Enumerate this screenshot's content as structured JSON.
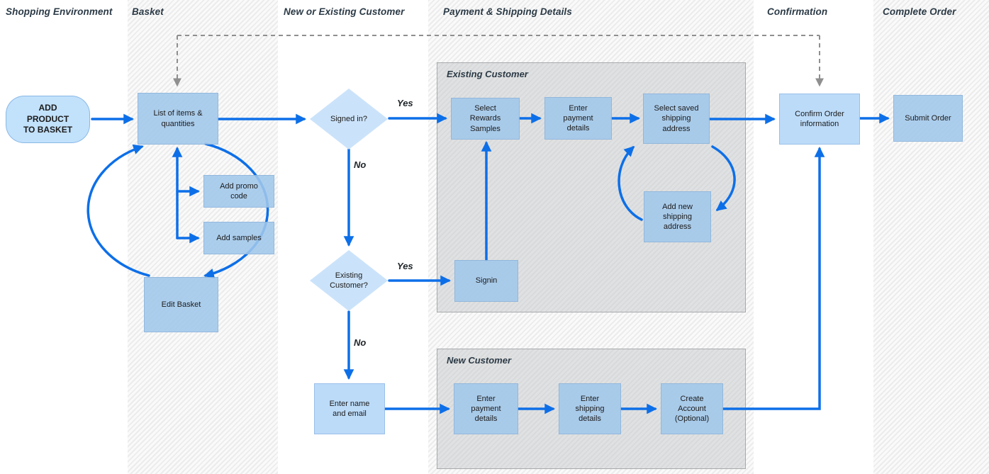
{
  "lanes": [
    {
      "label": "Shopping Environment"
    },
    {
      "label": "Basket"
    },
    {
      "label": "New or Existing Customer"
    },
    {
      "label": "Payment & Shipping Details"
    },
    {
      "label": "Confirmation"
    },
    {
      "label": "Complete Order"
    }
  ],
  "groups": {
    "existing_customer": {
      "label": "Existing Customer"
    },
    "new_customer": {
      "label": "New Customer"
    }
  },
  "nodes": {
    "add_product": {
      "label": "ADD\nPRODUCT\nTO BASKET"
    },
    "list_of_items": {
      "label": "List of items &\nquantities"
    },
    "add_promo_code": {
      "label": "Add promo\ncode"
    },
    "add_samples": {
      "label": "Add samples"
    },
    "edit_basket": {
      "label": "Edit Basket"
    },
    "signed_in": {
      "label": "Signed in?"
    },
    "existing_customer_q": {
      "label": "Existing\nCustomer?"
    },
    "signin": {
      "label": "Signin"
    },
    "enter_name_email": {
      "label": "Enter name\nand email"
    },
    "select_rewards": {
      "label": "Select\nRewards\nSamples"
    },
    "enter_payment_ec": {
      "label": "Enter\npayment\ndetails"
    },
    "select_saved_shipping": {
      "label": "Select saved\nshipping\naddress"
    },
    "add_new_shipping": {
      "label": "Add new\nshipping\naddress"
    },
    "enter_payment_nc": {
      "label": "Enter\npayment\ndetails"
    },
    "enter_shipping_nc": {
      "label": "Enter\nshipping\ndetails"
    },
    "create_account": {
      "label": "Create\nAccount\n(Optional)"
    },
    "confirm_order": {
      "label": "Confirm Order\ninformation"
    },
    "submit_order": {
      "label": "Submit Order"
    }
  },
  "edge_labels": {
    "signed_in_yes": "Yes",
    "signed_in_no": "No",
    "existing_yes": "Yes",
    "existing_no": "No"
  },
  "colors": {
    "arrow_blue": "#0d6fe8",
    "dashed_gray": "#8f8f8f",
    "node_fill": "#a0c7eb",
    "node_light": "#b6d8f8",
    "diamond_fill": "#c8e2fa",
    "group_fill": "#dcdddd",
    "lane_text": "#2b3a46"
  }
}
